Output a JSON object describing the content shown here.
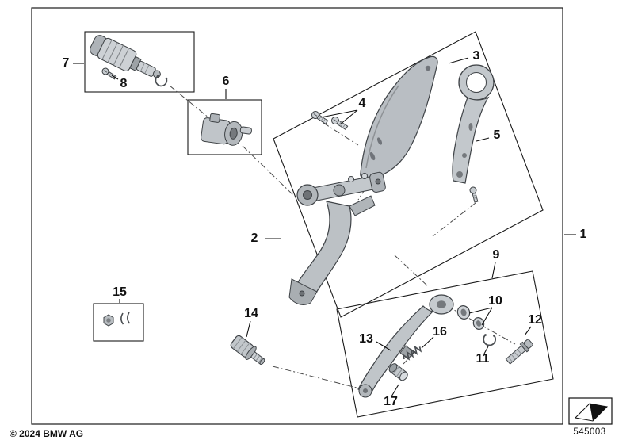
{
  "callouts": {
    "c1": "1",
    "c2": "2",
    "c3": "3",
    "c4": "4",
    "c5": "5",
    "c6": "6",
    "c7": "7",
    "c8": "8",
    "c9": "9",
    "c10": "10",
    "c11": "11",
    "c12": "12",
    "c13": "13",
    "c14": "14",
    "c15": "15",
    "c16": "16",
    "c17": "17"
  },
  "footer": {
    "copyright": "© 2024 BMW AG",
    "diagram_number": "545003"
  },
  "colors": {
    "outline": "#1a1a1a",
    "part_stroke": "#3f4347",
    "part_fill_light": "#cdd1d5",
    "part_fill_mid": "#b9bec3",
    "background": "#ffffff"
  },
  "icons": {
    "orientation_flag_icon": "black wedge direction marker"
  }
}
